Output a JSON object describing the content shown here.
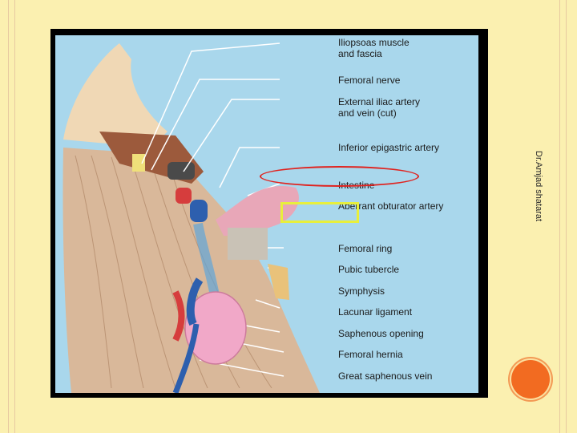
{
  "figure": {
    "labels": [
      {
        "id": "iliopsoas",
        "text": "Iliopsoas muscle\nand fascia"
      },
      {
        "id": "femoral-nerve",
        "text": "Femoral nerve"
      },
      {
        "id": "external-iliac",
        "text": "External iliac artery\nand vein (cut)"
      },
      {
        "id": "inferior-epigastric",
        "text": "Inferior epigastric artery"
      },
      {
        "id": "intestine",
        "text": "Intestine"
      },
      {
        "id": "aberrant-obturator",
        "text": "Aberrant obturator artery"
      },
      {
        "id": "femoral-ring",
        "text": "Femoral ring"
      },
      {
        "id": "pubic-tubercle",
        "text": "Pubic tubercle"
      },
      {
        "id": "symphysis",
        "text": "Symphysis"
      },
      {
        "id": "lacunar-ligament",
        "text": "Lacunar ligament"
      },
      {
        "id": "saphenous-opening",
        "text": "Saphenous opening"
      },
      {
        "id": "femoral-hernia",
        "text": "Femoral hernia"
      },
      {
        "id": "great-saphenous-vein",
        "text": "Great saphenous vein"
      }
    ],
    "highlight_colors": {
      "ring": "#e0231f",
      "box": "#e8ef3c"
    }
  },
  "author": "Dr.Amjad shatarat",
  "slide": {
    "background": "#fbf0b0",
    "accent": "#f26b21"
  }
}
